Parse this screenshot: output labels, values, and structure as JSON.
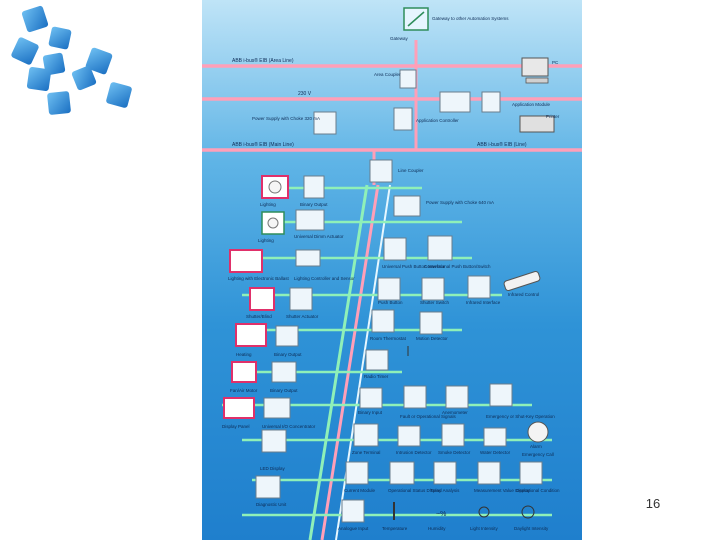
{
  "page": {
    "slide_number": "16"
  },
  "diagram": {
    "lines": [
      {
        "text": "ABB i-bus® EIB (Area Line)"
      },
      {
        "text": "230 V"
      },
      {
        "text": "ABB i-bus® EIB (Main Line)"
      },
      {
        "text": "ABB i-bus® EIB (Line)"
      }
    ],
    "devices": [
      {
        "label": "Gateway to other Automation Systems"
      },
      {
        "label": "Gateway"
      },
      {
        "label": "PC"
      },
      {
        "label": "Area Coupler"
      },
      {
        "label": "Application Module"
      },
      {
        "label": "Printer"
      },
      {
        "label": "Power Supply with Choke 320 mA"
      },
      {
        "label": "Application Controller"
      },
      {
        "label": "Line Coupler"
      },
      {
        "label": "Lighting"
      },
      {
        "label": "Binary Output"
      },
      {
        "label": "Power Supply with Choke 640 mA"
      },
      {
        "label": "Lighting"
      },
      {
        "label": "Universal Dimm Actuator"
      },
      {
        "label": "Universal Push Button Interface"
      },
      {
        "label": "Conventional Push Button/Switch"
      },
      {
        "label": "Lighting with Electronic Ballast"
      },
      {
        "label": "Lighting Controller and Sensor"
      },
      {
        "label": "Infrared Interface"
      },
      {
        "label": "Infrared Control"
      },
      {
        "label": "Shutter/Blind"
      },
      {
        "label": "Shutter Actuator"
      },
      {
        "label": "Push Button"
      },
      {
        "label": "Shutter Switch"
      },
      {
        "label": "Heating"
      },
      {
        "label": "Binary Output"
      },
      {
        "label": "Room Thermostat"
      },
      {
        "label": "Motion Detector"
      },
      {
        "label": "Fan/Air Motor"
      },
      {
        "label": "Binary Output"
      },
      {
        "label": "Radio Timer"
      },
      {
        "label": "Display Panel"
      },
      {
        "label": "Universal I/O Concentrator"
      },
      {
        "label": "Binary Input"
      },
      {
        "label": "Fault or Operational Signals"
      },
      {
        "label": "Anemometer"
      },
      {
        "label": "Emergency or Shut-Key Operation"
      },
      {
        "label": "Zone Terminal"
      },
      {
        "label": "Intrusion Detector"
      },
      {
        "label": "Smoke Detector"
      },
      {
        "label": "Water Detector"
      },
      {
        "label": "Alarm"
      },
      {
        "label": "Emergency Call"
      },
      {
        "label": "LED Display"
      },
      {
        "label": "Current Module"
      },
      {
        "label": "Operational Status Display"
      },
      {
        "label": "Trend Analysis"
      },
      {
        "label": "Measurement Value Display"
      },
      {
        "label": "Operational Condition"
      },
      {
        "label": "Diagnostic Unit"
      },
      {
        "label": "Analogue Input"
      },
      {
        "label": "Temperature"
      },
      {
        "label": "Humidity"
      },
      {
        "label": "Light Intensity"
      },
      {
        "label": "Daylight Intensity"
      }
    ]
  }
}
